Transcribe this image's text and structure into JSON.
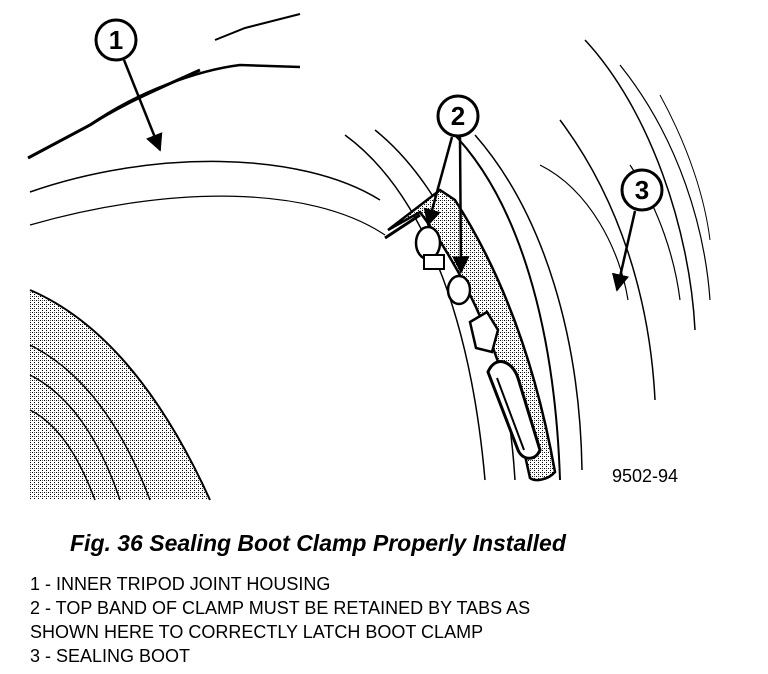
{
  "figure": {
    "code": "9502-94",
    "caption": "Fig. 36 Sealing Boot Clamp Properly Installed"
  },
  "callouts": [
    {
      "number": "1"
    },
    {
      "number": "2"
    },
    {
      "number": "3"
    }
  ],
  "legend": [
    {
      "text": "1 - INNER TRIPOD JOINT HOUSING"
    },
    {
      "text": "2 - TOP BAND OF CLAMP MUST BE RETAINED BY TABS AS"
    },
    {
      "text": "SHOWN HERE TO CORRECTLY LATCH BOOT CLAMP"
    },
    {
      "text": "3 - SEALING BOOT"
    }
  ]
}
